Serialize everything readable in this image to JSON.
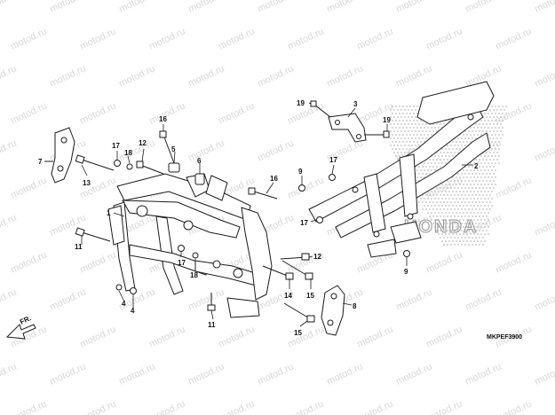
{
  "watermark_text": "motod.ru",
  "brand_logo_text": "HONDA",
  "diagram_code": "MKPEF3900",
  "direction_label": "FR.",
  "callouts": [
    {
      "id": "c1",
      "label": "1"
    },
    {
      "id": "c2",
      "label": "2"
    },
    {
      "id": "c3",
      "label": "3"
    },
    {
      "id": "c4a",
      "label": "4"
    },
    {
      "id": "c4b",
      "label": "4"
    },
    {
      "id": "c5",
      "label": "5"
    },
    {
      "id": "c6",
      "label": "6"
    },
    {
      "id": "c7",
      "label": "7"
    },
    {
      "id": "c8",
      "label": "8"
    },
    {
      "id": "c9a",
      "label": "9"
    },
    {
      "id": "c9b",
      "label": "9"
    },
    {
      "id": "c11a",
      "label": "11"
    },
    {
      "id": "c11b",
      "label": "11"
    },
    {
      "id": "c12a",
      "label": "12"
    },
    {
      "id": "c12b",
      "label": "12"
    },
    {
      "id": "c13",
      "label": "13"
    },
    {
      "id": "c14",
      "label": "14"
    },
    {
      "id": "c15a",
      "label": "15"
    },
    {
      "id": "c15b",
      "label": "15"
    },
    {
      "id": "c16a",
      "label": "16"
    },
    {
      "id": "c16b",
      "label": "16"
    },
    {
      "id": "c17a",
      "label": "17"
    },
    {
      "id": "c17b",
      "label": "17"
    },
    {
      "id": "c17c",
      "label": "17"
    },
    {
      "id": "c17d",
      "label": "17"
    },
    {
      "id": "c18a",
      "label": "18"
    },
    {
      "id": "c18b",
      "label": "18"
    },
    {
      "id": "c19a",
      "label": "19"
    },
    {
      "id": "c19b",
      "label": "19"
    }
  ]
}
